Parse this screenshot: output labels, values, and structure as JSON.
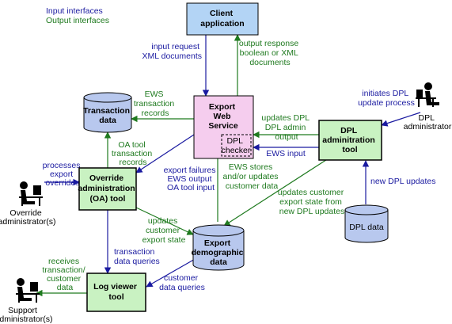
{
  "legend": {
    "input": "Input interfaces",
    "output": "Output interfaces",
    "input_color": "#1a1aa0",
    "output_color": "#1f7a1f"
  },
  "nodes": {
    "client": [
      "Client",
      "application"
    ],
    "ews": [
      "Export",
      "Web",
      "Service"
    ],
    "dpl_checker": [
      "DPL",
      "checker"
    ],
    "transaction_data": [
      "Transaction",
      "data"
    ],
    "dpl_tool": [
      "DPL",
      "adminitration",
      "tool"
    ],
    "oa_tool": [
      "Override",
      "administration",
      "(OA) tool"
    ],
    "export_data": [
      "Export",
      "demographic",
      "data"
    ],
    "dpl_data": [
      "DPL data"
    ],
    "log_viewer": [
      "Log viewer",
      "tool"
    ]
  },
  "actors": {
    "dpl_admin": [
      "DPL",
      "administrator"
    ],
    "override_admin": [
      "Override",
      "administrator(s)"
    ],
    "support_admin": [
      "Support",
      "administrator(s)"
    ]
  },
  "edge_labels": {
    "input_request": [
      "input request",
      "XML documents"
    ],
    "output_response": [
      "output response",
      "boolean or XML",
      "documents"
    ],
    "ews_records": [
      "EWS",
      "transaction",
      "records"
    ],
    "oa_records": [
      "OA tool",
      "transaction",
      "records"
    ],
    "initiates": [
      "initiates DPL",
      "update process"
    ],
    "updates_dpl": [
      "updates DPL",
      "DPL admin",
      "output"
    ],
    "ews_input": [
      "EWS input"
    ],
    "processes": [
      "processes",
      "export",
      "overrides"
    ],
    "export_failures": [
      "export failures",
      "EWS output",
      "OA tool input"
    ],
    "ews_stores": [
      "EWS stores",
      "and/or updates",
      "customer data"
    ],
    "updates_customer_state": [
      "updates customer",
      "export state from",
      "new DPL updates"
    ],
    "new_dpl": [
      "new DPL updates"
    ],
    "oa_updates": [
      "updates",
      "customer",
      "export state"
    ],
    "txn_queries": [
      "transaction",
      "data queries"
    ],
    "receives": [
      "receives",
      "transaction/",
      "customer",
      "data"
    ],
    "cust_queries": [
      "customer",
      "data queries"
    ]
  },
  "colors": {
    "client_fill": "#b3d4f5",
    "ews_fill": "#f5cdee",
    "tool_fill": "#c9f2c2",
    "store_fill": "#b8c8ee"
  }
}
